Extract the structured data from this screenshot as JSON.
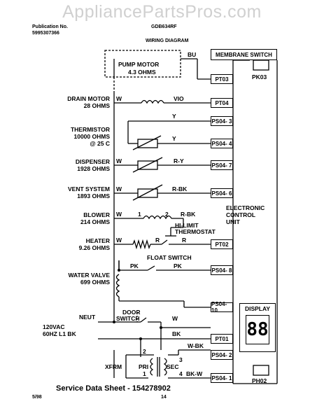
{
  "watermark": "AppliancePartsPros.com",
  "header": {
    "publication_label": "Publication No.",
    "publication_no": "5995307366",
    "model": "GDB634RF",
    "title": "WIRING DIAGRAM"
  },
  "components": {
    "pump_motor": [
      "PUMP MOTOR",
      "4.3 OHMS"
    ],
    "drain_motor": [
      "DRAIN MOTOR",
      "28 OHMS"
    ],
    "thermistor": [
      "THERMISTOR",
      "10000 OHMS",
      "@ 25 C"
    ],
    "dispenser": [
      "DISPENSER",
      "1928 OHMS"
    ],
    "vent_system": [
      "VENT SYSTEM",
      "1893 OHMS"
    ],
    "blower": [
      "BLOWER",
      "214 OHMS"
    ],
    "heater": [
      "HEATER",
      "9.26 OHMS"
    ],
    "water_valve": [
      "WATER VALVE",
      "699 OHMS"
    ],
    "float_switch": "FLOAT SWITCH",
    "hi_limit": [
      "HI-LIMIT",
      "THERMOSTAT"
    ],
    "door_switch": [
      "DOOR",
      "SWITCH"
    ],
    "membrane_switch": "MEMBRANE SWITCH",
    "ecu": [
      "ELECTRONIC",
      "CONTROL",
      "UNIT"
    ],
    "display": "DISPLAY",
    "display_digits": "88",
    "xfrm": "XFRM",
    "pri": "PRI",
    "sec": "SEC",
    "supply": [
      "120VAC",
      "60HZ L1 BK"
    ],
    "neut": "NEUT"
  },
  "connectors": {
    "pt03": "PT03",
    "pt04": "PT04",
    "ps04_3": "PS04- 3",
    "ps04_4": "PS04- 4",
    "ps04_7": "PS04- 7",
    "ps04_6": "PS04- 6",
    "pt02": "PT02",
    "ps04_8": "PS04- 8",
    "ps04_10": "PS04-10",
    "pt01": "PT01",
    "ps04_2": "PS04- 2",
    "ps04_1": "PS04- 1",
    "pk03": "PK03",
    "ph02": "PH02"
  },
  "wires": {
    "bu": "BU",
    "w": "W",
    "vio": "VIO",
    "y": "Y",
    "r_y": "R-Y",
    "r_bk": "R-BK",
    "r": "R",
    "pk": "PK",
    "bk": "BK",
    "w_bk": "W-BK",
    "bk_w": "BK-W",
    "n1": "1",
    "n2": "2",
    "n3": "3",
    "n4": "4"
  },
  "footer": {
    "service": "Service Data Sheet - 154278902",
    "date": "5/98",
    "page": "14"
  }
}
